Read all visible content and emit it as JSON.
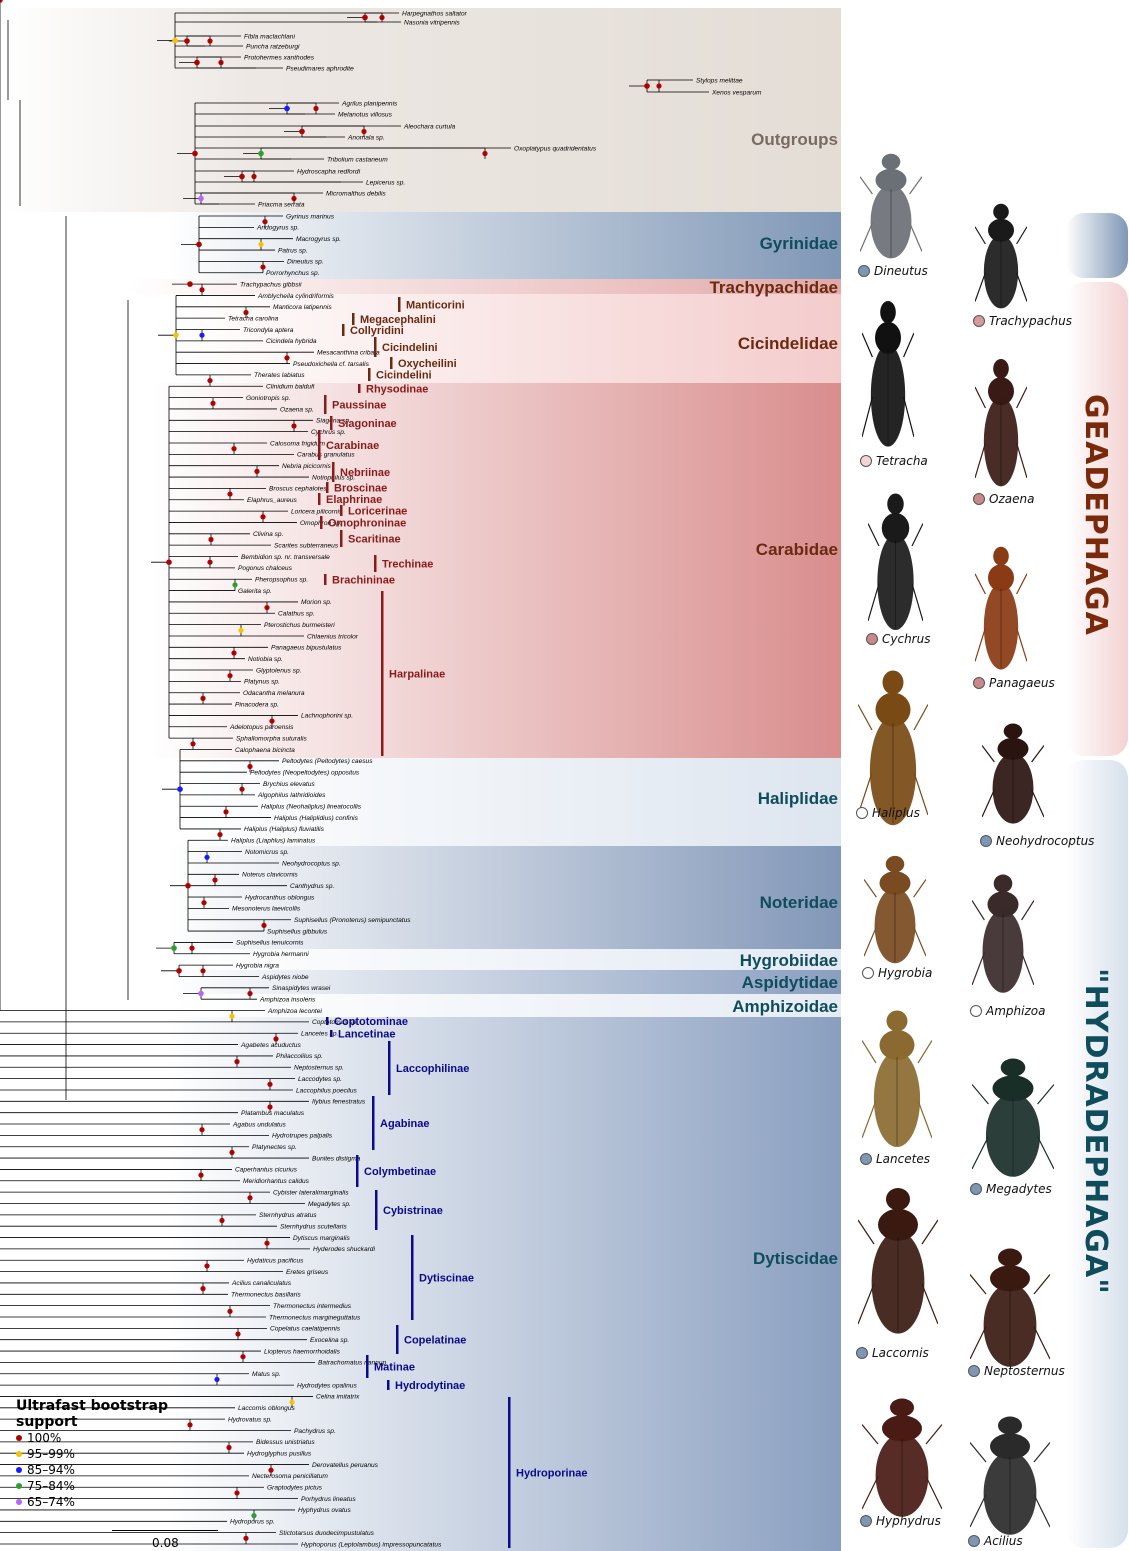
{
  "families": {
    "outgroups": "Outgroups",
    "gyrinidae": "Gyrinidae",
    "trachypachidae": "Trachypachidae",
    "cicindelidae": "Cicindelidae",
    "carabidae": "Carabidae",
    "haliplidae": "Haliplidae",
    "noteridae": "Noteridae",
    "hygrobiidae": "Hygrobiidae",
    "aspidytidae": "Aspidytidae",
    "amphizoidae": "Amphizoidae",
    "dytiscidae": "Dytiscidae"
  },
  "suborders": {
    "geadephaga": "GEADEPHAGA",
    "hydradephaga": "\"HYDRADEPHAGA\""
  },
  "taxa": [
    "Harpegnathos saltator",
    "Nasonia vitripennis",
    "Fibla maclachlani",
    "Puncha ratzeburgi",
    "Protohermes xanthodes",
    "Pseudimares aphrodite",
    "Stylops melittae",
    "Xenos vesparum",
    "Agrilus planipennis",
    "Melanotus villosus",
    "Aleochara curtula",
    "Anomala sp.",
    "Oxoplatypus quadridentatus",
    "Tribolium castaneum",
    "Hydroscapha redfordi",
    "Lepicerus sp.",
    "Micromalthus debilis",
    "Priacma serrata",
    "Gyrinus marinus",
    "Andogyrus sp.",
    "Macrogyrus sp.",
    "Patrus sp.",
    "Dineutus sp.",
    "Porrorhynchus sp.",
    "Trachypachus gibbsii",
    "Amblycheila cylindriformis",
    "Manticora latipennis",
    "Tetracha carolina",
    "Tricondyla aptera",
    "Cicindela hybrida",
    "Mesacanthina cribata",
    "Pseudoxicheila cf. tarsalis",
    "Therates labiatus",
    "Clinidium baldufi",
    "Goniotropis sp.",
    "Ozaena sp.",
    "Siagona sp.",
    "Cychrus sp.",
    "Calosoma frigidum",
    "Carabus granulatus",
    "Nebria picicornis",
    "Notiophilus sp.",
    "Broscus cephalotes",
    "Elaphrus_aureus",
    "Loricera pilicornis",
    "Omophron sp.",
    "Clivina sp.",
    "Scarites subterraneus",
    "Bembidion sp. nr. transversale",
    "Pogonus chalceus",
    "Pheropsophus sp.",
    "Galerita sp.",
    "Morion sp.",
    "Calathus sp.",
    "Pterostichus burmeisteri",
    "Chlaenius tricolor",
    "Panagaeus bipustulatus",
    "Notiobia sp.",
    "Glyptolenus sp.",
    "Platynus sp.",
    "Odacantha melanura",
    "Pinacodera sp.",
    "Lachnophorini sp.",
    "Adelotopus paroensis",
    "Sphallomorpha suturalis",
    "Calophaena bicincta",
    "Peltodytes (Peltodytes) caesus",
    "Peltodytes (Neopeltodytes) oppositus",
    "Brychius elevatus",
    "Algophilus lathridioides",
    "Haliplus (Neohaliplus) lineatocollis",
    "Haliplus (Haliplidius) confinis",
    "Haliplus (Haliplus) fluviatilis",
    "Haliplus (Liaphlus) laminatus",
    "Notomicrus sp.",
    "Neohydrocoptus sp.",
    "Noterus clavicornis",
    "Canthydrus sp.",
    "Hydrocanthus oblongus",
    "Mesonoterus laevicollis",
    "Suphisellus (Pronoterus) semipunctatus",
    "Suphisellus gibbulus",
    "Suphisellus tenuicornis",
    "Hygrobia hermanni",
    "Hygrobia nigra",
    "Aspidytes niobe",
    "Sinaspidytes wrasei",
    "Amphizoa insolens",
    "Amphizoa lecontei",
    "Coptotomus sp.",
    "Lancetes sp.",
    "Agabetes acuductus",
    "Philaccolilus sp.",
    "Neptosternus sp.",
    "Laccodytes sp.",
    "Laccophilus poecilus",
    "Ilybius fenestratus",
    "Platambus maculatus",
    "Agabus undulatus",
    "Hydrotrupes palpalis",
    "Platynectes sp.",
    "Bunites distigma",
    "Caperhantus cicurius",
    "Meridiorhantus calidus",
    "Cybister lateralimarginalis",
    "Megadytes sp.",
    "Sternhydrus atratus",
    "Sternhydrus scutellaris",
    "Dytiscus marginalis",
    "Hyderodes shuckardi",
    "Hydaticus pacificus",
    "Eretes griseus",
    "Acilius canaliculatus",
    "Thermonectus basillaris",
    "Thermonectus intermedius",
    "Thermonectus marginеguttatus",
    "Copelatus caelatipennis",
    "Exocelina sp.",
    "Liopterus haemorrhoidalis",
    "Batrachomatus nannup",
    "Matus sp.",
    "Hydrodytes opalinus",
    "Celina imitatrix",
    "Laccornis oblongus",
    "Hydrovatus sp.",
    "Pachydrus sp.",
    "Bidessus unistriatus",
    "Hydroglyphus pusillus",
    "Derovatellus peruanus",
    "Necterosoma penicillatum",
    "Graptodytes pictus",
    "Porhydrus lineatus",
    "Hyphydrus ovatus",
    "Hydroporus sp.",
    "Stictotarsus duodecimpustulatus",
    "Hyphoporus (Leptolambus) impressopuncatatus"
  ],
  "subfamilies": [
    {
      "name": "Manticorini",
      "group": "cic"
    },
    {
      "name": "Megacephalini",
      "group": "cic"
    },
    {
      "name": "Collyridini",
      "group": "cic"
    },
    {
      "name": "Cicindelini",
      "group": "cic"
    },
    {
      "name": "Oxycheilini",
      "group": "cic"
    },
    {
      "name": "Cicindelini",
      "group": "cic"
    },
    {
      "name": "Rhysodinae",
      "group": "car"
    },
    {
      "name": "Paussinae",
      "group": "car"
    },
    {
      "name": "Siagoninae",
      "group": "car"
    },
    {
      "name": "Carabinae",
      "group": "car"
    },
    {
      "name": "Nebriinae",
      "group": "car"
    },
    {
      "name": "Broscinae",
      "group": "car"
    },
    {
      "name": "Elaphrinae",
      "group": "car"
    },
    {
      "name": "Loricerinae",
      "group": "car"
    },
    {
      "name": "Omophroninae",
      "group": "car"
    },
    {
      "name": "Scaritinae",
      "group": "car"
    },
    {
      "name": "Trechinae",
      "group": "car"
    },
    {
      "name": "Brachininae",
      "group": "car"
    },
    {
      "name": "Harpalinae",
      "group": "car"
    },
    {
      "name": "Coptotominae",
      "group": "dyt"
    },
    {
      "name": "Lancetinae",
      "group": "dyt"
    },
    {
      "name": "Laccophilinae",
      "group": "dyt"
    },
    {
      "name": "Agabinae",
      "group": "dyt"
    },
    {
      "name": "Colymbetinae",
      "group": "dyt"
    },
    {
      "name": "Cybistrinae",
      "group": "dyt"
    },
    {
      "name": "Dytiscinae",
      "group": "dyt"
    },
    {
      "name": "Copelatinae",
      "group": "dyt"
    },
    {
      "name": "Matinae",
      "group": "dyt"
    },
    {
      "name": "Hydrodytinae",
      "group": "dyt"
    },
    {
      "name": "Hydroporinae",
      "group": "dyt"
    }
  ],
  "beetles": [
    {
      "name": "Dineutus",
      "dot": "#7f97b6"
    },
    {
      "name": "Trachypachus",
      "dot": "#d79a9a"
    },
    {
      "name": "Tetracha",
      "dot": "#f6d3d3"
    },
    {
      "name": "Ozaena",
      "dot": "#c98989"
    },
    {
      "name": "Cychrus",
      "dot": "#c98989"
    },
    {
      "name": "Panagaeus",
      "dot": "#c98989"
    },
    {
      "name": "Haliplus",
      "dot": "#ffffff"
    },
    {
      "name": "Neohydrocoptus",
      "dot": "#7f97b6"
    },
    {
      "name": "Hygrobia",
      "dot": "#ffffff"
    },
    {
      "name": "Amphizoa",
      "dot": "#ffffff"
    },
    {
      "name": "Lancetes",
      "dot": "#7f97b6"
    },
    {
      "name": "Megadytes",
      "dot": "#7f97b6"
    },
    {
      "name": "Laccornis",
      "dot": "#7f97b6"
    },
    {
      "name": "Neptosternus",
      "dot": "#7f97b6"
    },
    {
      "name": "Hyphydrus",
      "dot": "#7f97b6"
    },
    {
      "name": "Acilius",
      "dot": "#7f97b6"
    }
  ],
  "legend": {
    "title": "Ultrafast bootstrap support",
    "items": [
      {
        "label": "100%",
        "color": "#b00000"
      },
      {
        "label": "95–99%",
        "color": "#f5c400"
      },
      {
        "label": "85–94%",
        "color": "#1a1aff"
      },
      {
        "label": "75–84%",
        "color": "#2ca02c"
      },
      {
        "label": "65–74%",
        "color": "#b266ff"
      }
    ]
  },
  "scale": "0.08",
  "colors": {
    "outgroup_band": "#ede8e4",
    "gyrinid_band": "#7f97b6",
    "cicindelid_band": "#f5cfcf",
    "carabid_band": "#d88c8c",
    "hydradephaga_band": "#e6ecf4",
    "dytiscid_band": "#8a9fc0",
    "carabid_text": "#8b1a1a",
    "dytiscid_text": "#0a0a8a",
    "family_text_brown": "#6a2a10",
    "family_text_teal": "#0f4c5c"
  }
}
